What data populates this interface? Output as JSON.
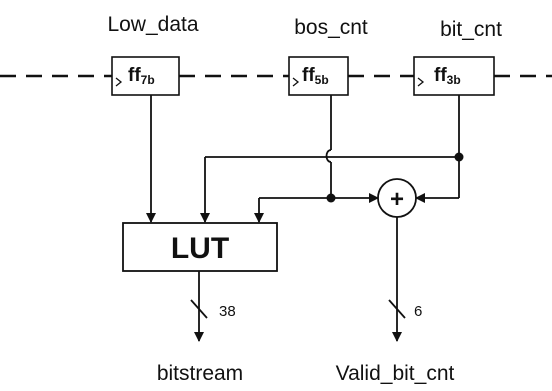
{
  "labels": {
    "low_data": "Low_data",
    "bos_cnt": "bos_cnt",
    "bit_cnt": "bit_cnt",
    "bitstream": "bitstream",
    "valid_bit_cnt": "Valid_bit_cnt"
  },
  "flipflops": {
    "ff1": {
      "name": "ff",
      "width": "7b"
    },
    "ff2": {
      "name": "ff",
      "width": "5b"
    },
    "ff3": {
      "name": "ff",
      "width": "3b"
    }
  },
  "lut": "LUT",
  "adder_symbol": "+",
  "bus_widths": {
    "bitstream": "38",
    "valid_bit_cnt": "6"
  }
}
